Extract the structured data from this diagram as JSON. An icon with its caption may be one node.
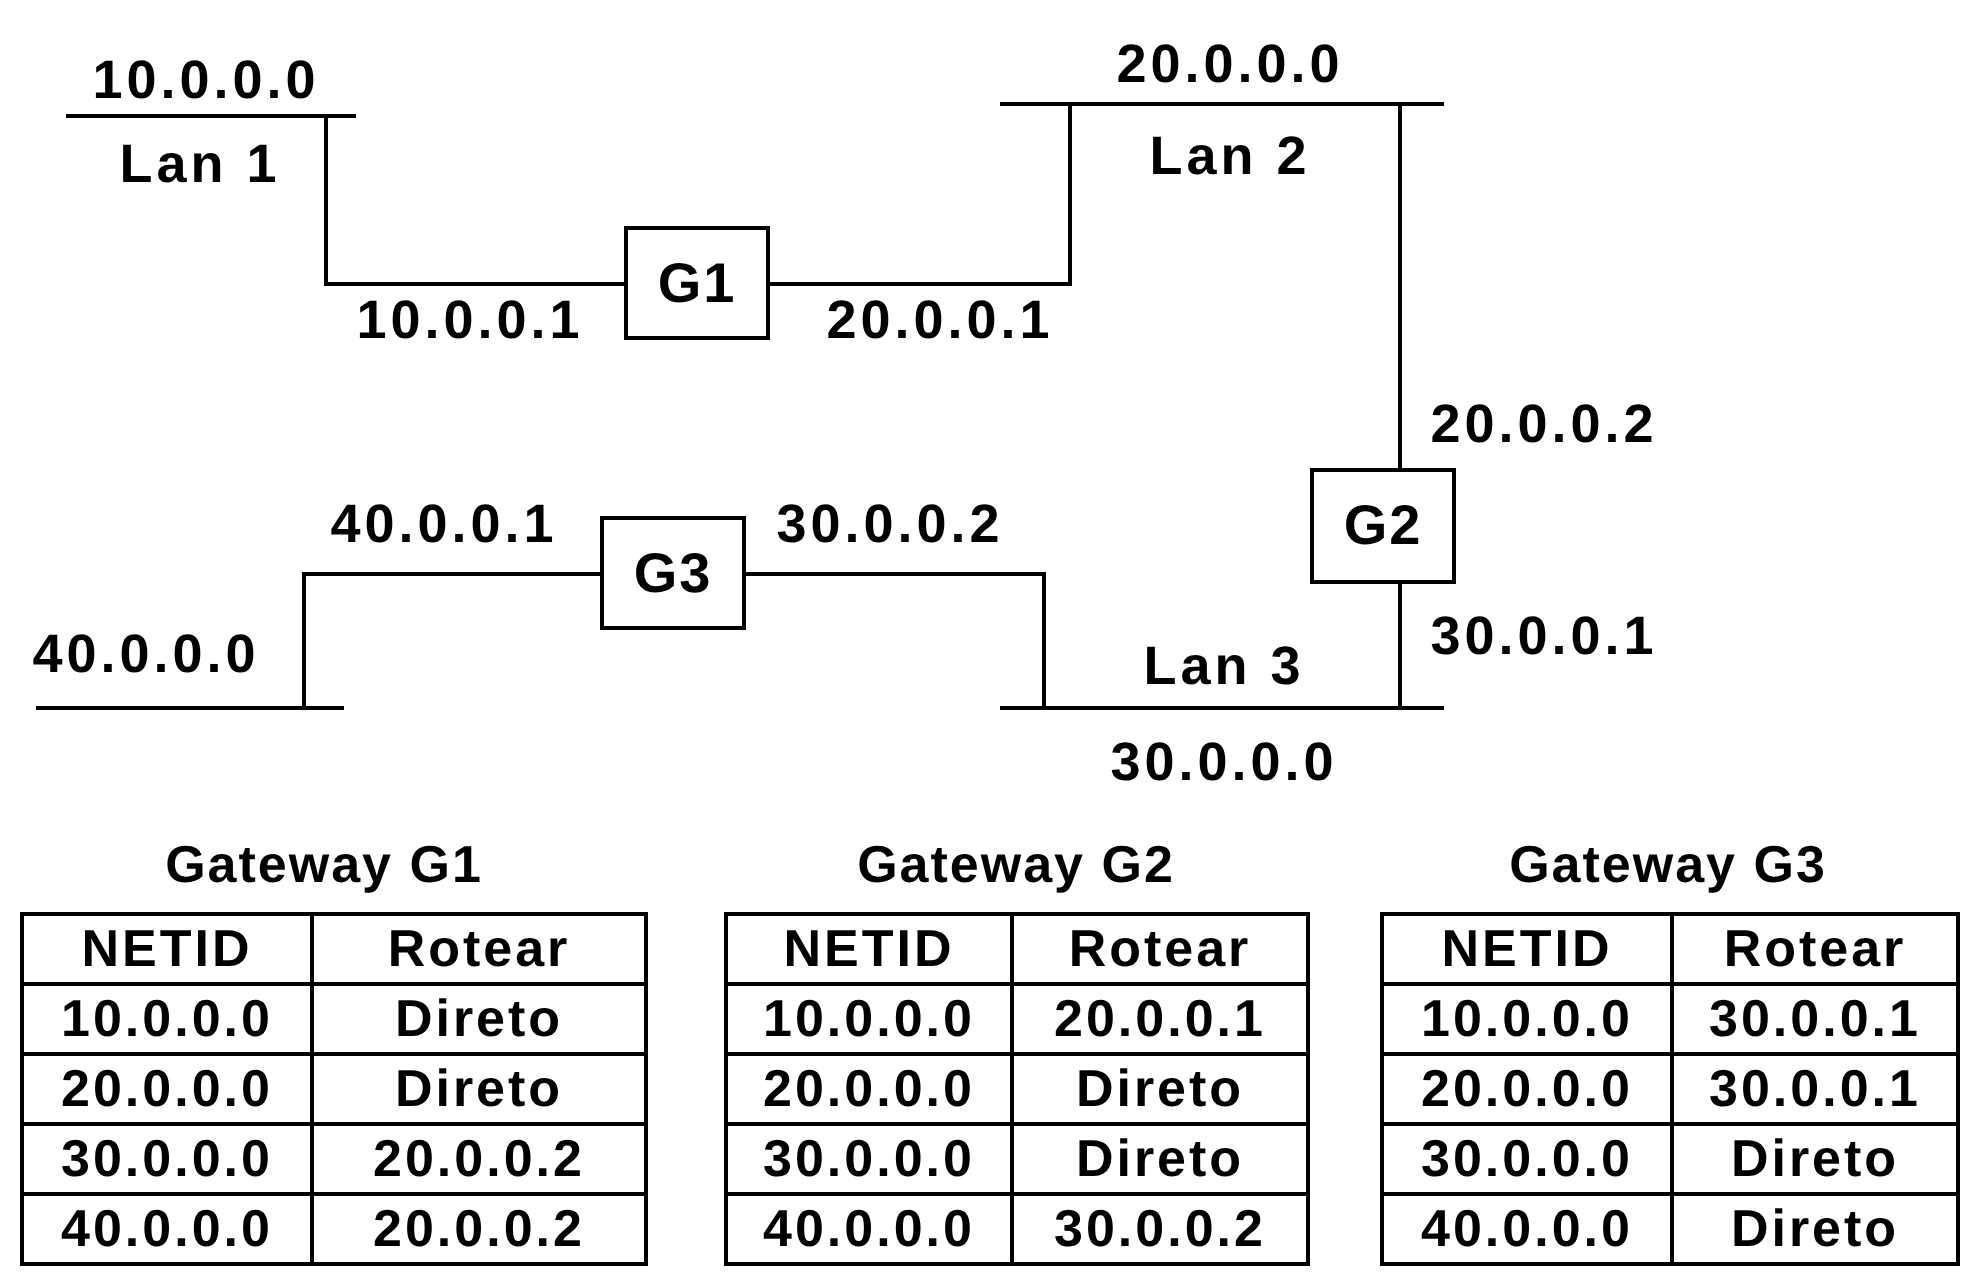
{
  "diagram": {
    "nodes": [
      {
        "text": [],
        "shape": "bar",
        "beside": [
          "10.0.0.0",
          "Lan 1"
        ]
      },
      {
        "text": [
          "G1"
        ]
      },
      {
        "text": [],
        "shape": "bar",
        "beside": [
          "20.0.0.0",
          "Lan 2"
        ]
      },
      {
        "text": [
          "G2"
        ]
      },
      {
        "text": [],
        "shape": "bar",
        "beside": [
          "Lan 3",
          "30.0.0.0"
        ]
      },
      {
        "text": [
          "G3"
        ]
      },
      {
        "text": [],
        "shape": "bar",
        "beside": [
          "40.0.0.0"
        ]
      }
    ],
    "edges": [
      {
        "from": 0,
        "to": 1,
        "arrow": "none",
        "label": "10.0.0.1"
      },
      {
        "from": 1,
        "to": 2,
        "arrow": "none",
        "label": "20.0.0.1"
      },
      {
        "from": 2,
        "to": 3,
        "arrow": "none",
        "label": "20.0.0.2"
      },
      {
        "from": 3,
        "to": 4,
        "arrow": "none",
        "label": "30.0.0.1"
      },
      {
        "from": 4,
        "to": 5,
        "arrow": "none",
        "label": "30.0.0.2"
      },
      {
        "from": 5,
        "to": 6,
        "arrow": "none",
        "label": "40.0.0.1"
      }
    ],
    "labels": [
      "Gateway G1",
      "NETID",
      "Rotear",
      "10.0.0.0",
      "Direto",
      "20.0.0.0",
      "Direto",
      "30.0.0.0",
      "20.0.0.2",
      "40.0.0.0",
      "20.0.0.2",
      "Gateway G2",
      "NETID",
      "Rotear",
      "10.0.0.0",
      "20.0.0.1",
      "20.0.0.0",
      "Direto",
      "30.0.0.0",
      "Direto",
      "40.0.0.0",
      "30.0.0.2",
      "Gateway G3",
      "NETID",
      "Rotear",
      "10.0.0.0",
      "30.0.0.1",
      "20.0.0.0",
      "30.0.0.1",
      "30.0.0.0",
      "Direto",
      "40.0.0.0",
      "Direto"
    ]
  }
}
